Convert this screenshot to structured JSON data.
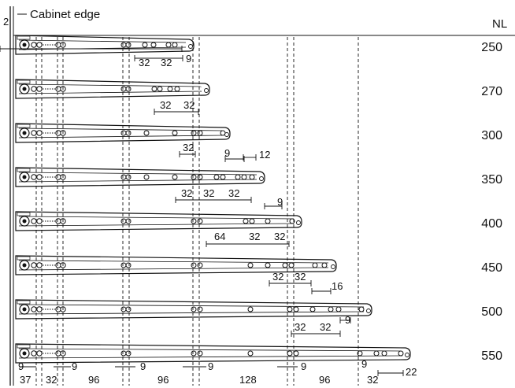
{
  "header": {
    "edge_gap": "2",
    "cabinet_edge": "Cabinet edge",
    "nl": "NL"
  },
  "rows": [
    {
      "nl": "250",
      "dims": [
        "32",
        "32",
        "9"
      ]
    },
    {
      "nl": "270",
      "dims": [
        "32",
        "32"
      ]
    },
    {
      "nl": "300",
      "dims": [
        "32",
        "9",
        "12"
      ]
    },
    {
      "nl": "350",
      "dims": [
        "32",
        "32",
        "32"
      ]
    },
    {
      "nl": "400",
      "dims": [
        "9",
        "64",
        "32",
        "32"
      ]
    },
    {
      "nl": "450",
      "dims": [
        "32",
        "32",
        "16"
      ]
    },
    {
      "nl": "500",
      "dims": [
        "9",
        "32",
        "32"
      ]
    },
    {
      "nl": "550",
      "dims": [
        "22"
      ]
    }
  ],
  "bottom_nines": [
    "9",
    "9",
    "9",
    "9",
    "9",
    "9"
  ],
  "bottom_spacings": [
    "37",
    "32",
    "96",
    "96",
    "128",
    "96",
    "32"
  ],
  "colors": {
    "line": "#111111",
    "rail_fill": "#ffffff"
  }
}
